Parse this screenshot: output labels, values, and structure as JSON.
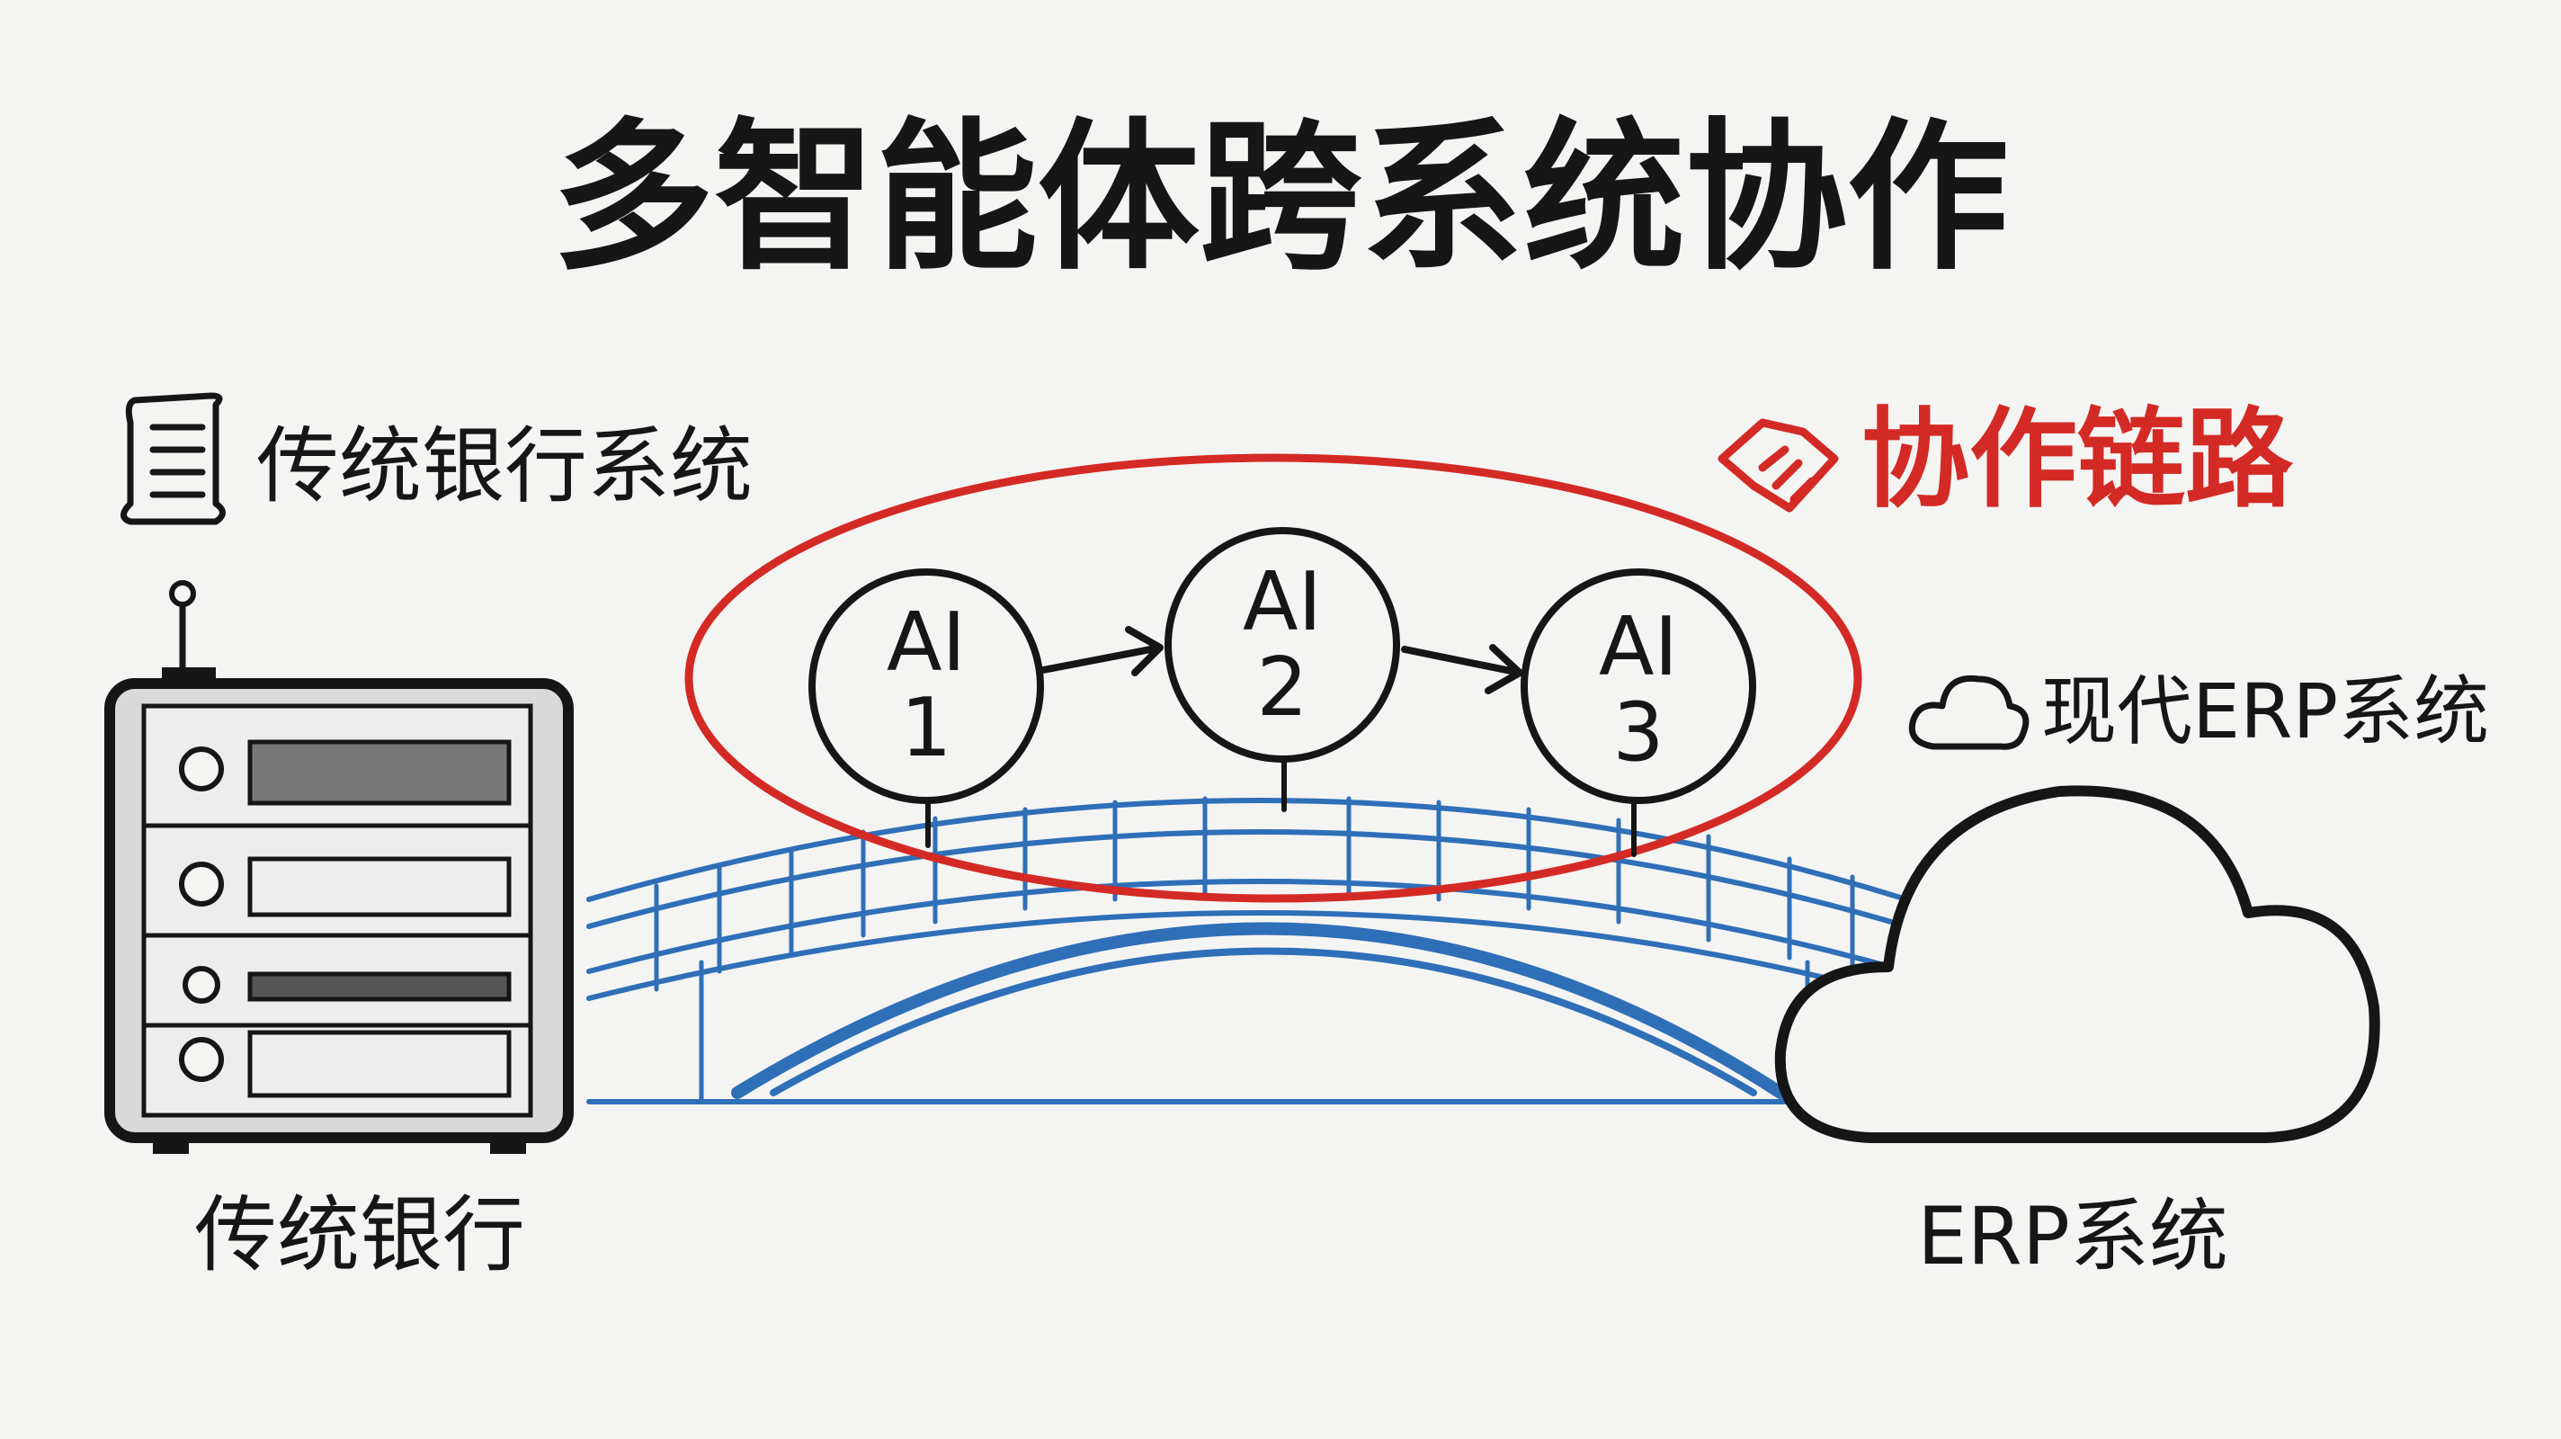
{
  "title": "多智能体跨系统协作",
  "legend": {
    "legacy": {
      "icon": "scroll-icon",
      "label": "传统银行系统"
    },
    "chain": {
      "icon": "handshake-icon",
      "label": "协作链路",
      "color": "#d42a25"
    },
    "modern": {
      "icon": "cloud-icon",
      "label": "现代ERP系统"
    }
  },
  "left_node": {
    "icon": "server-icon",
    "label": "传统银行"
  },
  "right_node": {
    "icon": "cloud-icon",
    "label": "ERP系统"
  },
  "agents": [
    {
      "line1": "AI",
      "line2": "1"
    },
    {
      "line1": "AI",
      "line2": "2"
    },
    {
      "line1": "AI",
      "line2": "3"
    }
  ],
  "colors": {
    "ink": "#161616",
    "bridge": "#2f6fb8",
    "chain": "#d42a25",
    "background": "#f4f4f2"
  }
}
